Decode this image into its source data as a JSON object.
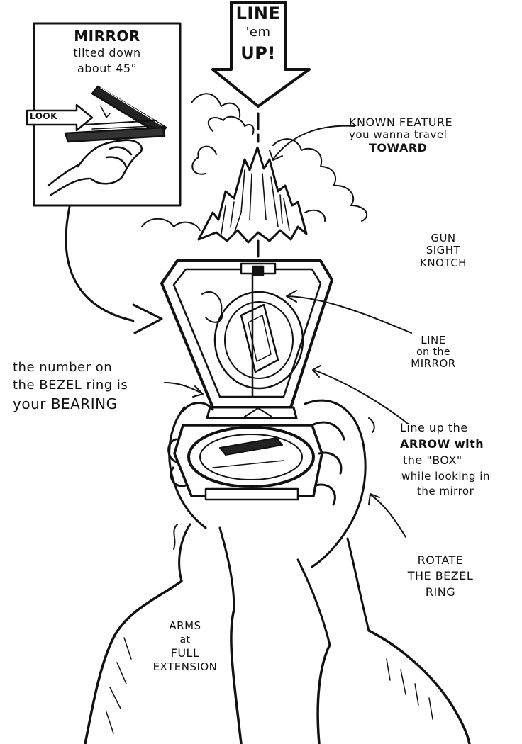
{
  "inset": {
    "mirror_line1": "MIRROR",
    "mirror_line2": "tilted down",
    "mirror_line3": "about 45°",
    "look": "LOOK"
  },
  "top_arrow": {
    "line1": "LINE",
    "line2": "'em",
    "line3": "UP!"
  },
  "labels": {
    "known_feature": [
      "KNOWN FEATURE",
      "you wanna travel",
      "TOWARD"
    ],
    "gun_sight": [
      "GUN",
      "SIGHT",
      "KNOTCH"
    ],
    "line_on_mirror": [
      "LINE",
      "on the",
      "MIRROR"
    ],
    "bearing": [
      "the number on",
      "the BEZEL ring is",
      "your BEARING"
    ],
    "line_up_arrow": [
      "Line up the",
      "ARROW with",
      "the \"BOX\"",
      "while looking in",
      "the mirror"
    ],
    "rotate_bezel": [
      "ROTATE",
      "THE BEZEL",
      "RING"
    ],
    "arms": [
      "ARMS",
      "at",
      "FULL",
      "EXTENSION"
    ]
  },
  "colors": {
    "ink": "#111111",
    "paper": "#ffffff"
  }
}
